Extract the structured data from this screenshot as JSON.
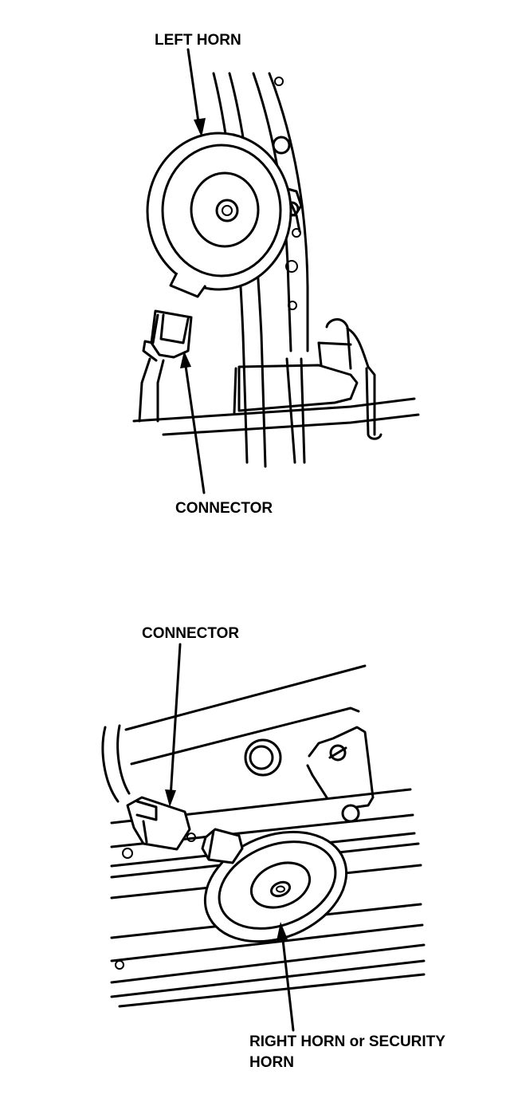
{
  "labels": {
    "left_horn": "LEFT HORN",
    "connector_top": "CONNECTOR",
    "connector_bottom": "CONNECTOR",
    "right_horn_line1": "RIGHT HORN or SECURITY",
    "right_horn_line2": "HORN"
  }
}
